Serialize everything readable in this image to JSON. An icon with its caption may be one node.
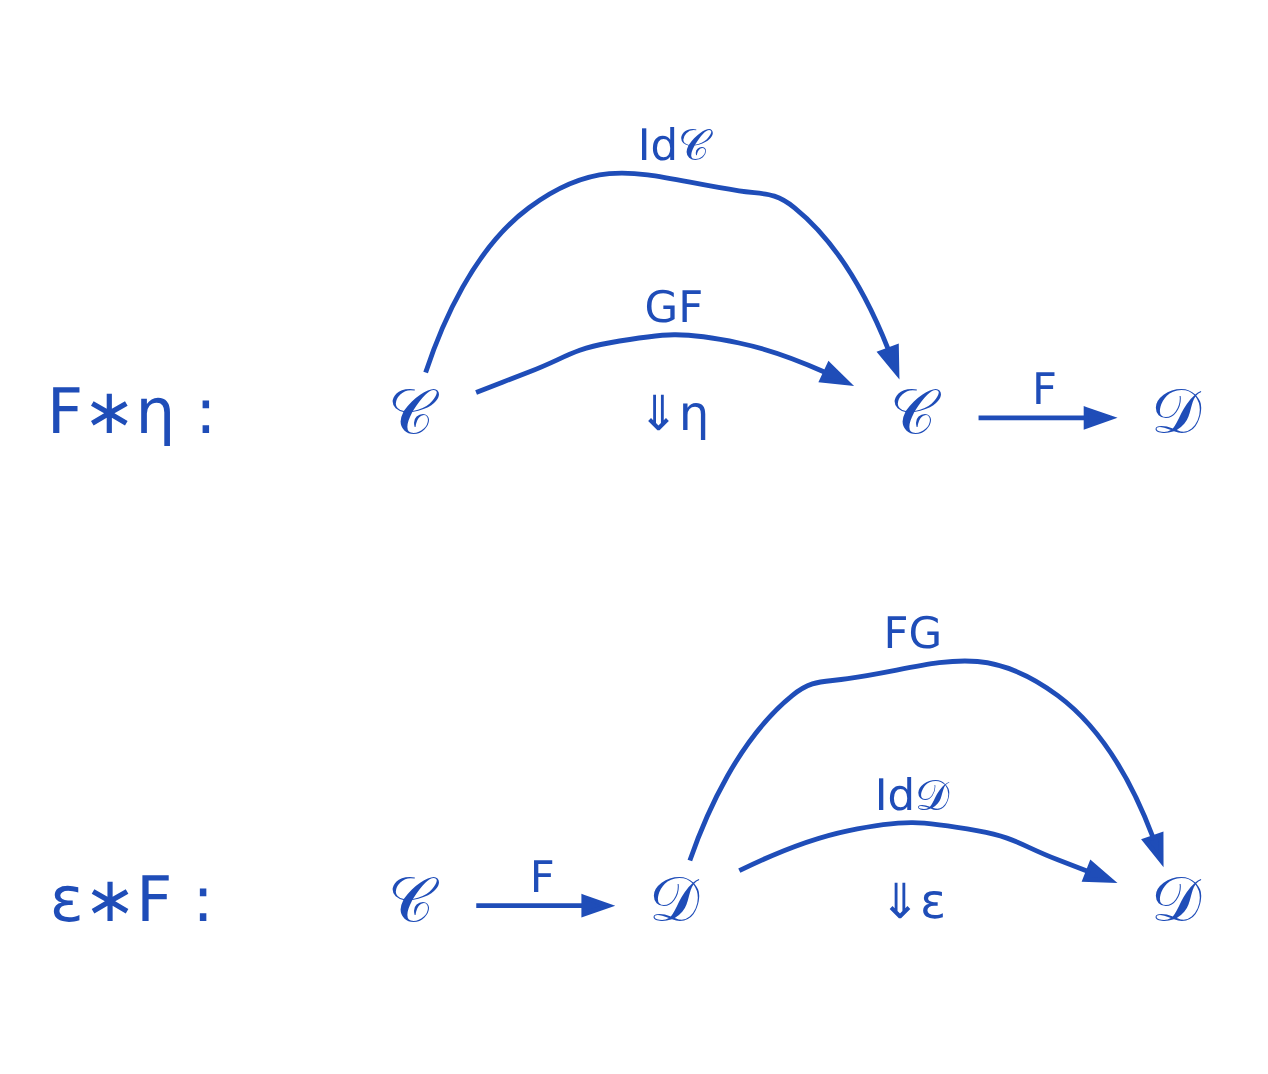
{
  "diagram": {
    "nodes": [
      {
        "text": [
          "𝒞"
        ]
      },
      {
        "text": [
          "𝒞"
        ]
      },
      {
        "text": [
          "𝒟"
        ]
      },
      {
        "text": [
          "𝒞"
        ]
      },
      {
        "text": [
          "𝒟"
        ]
      },
      {
        "text": [
          "𝒟"
        ]
      }
    ],
    "edges": [
      {
        "from": 0,
        "to": 1,
        "arrow": "to",
        "label": "Id𝒞"
      },
      {
        "from": 0,
        "to": 1,
        "arrow": "to",
        "label": "GF"
      },
      {
        "from": 1,
        "to": 2,
        "arrow": "to",
        "label": "F"
      },
      {
        "from": 3,
        "to": 4,
        "arrow": "to",
        "label": "F"
      },
      {
        "from": 4,
        "to": 5,
        "arrow": "to",
        "label": "FG"
      },
      {
        "from": 4,
        "to": 5,
        "arrow": "to",
        "label": "Id𝒟"
      }
    ],
    "labels": [
      "F∗η :",
      "⇓η",
      "ε∗F :",
      "⇓ε"
    ]
  }
}
